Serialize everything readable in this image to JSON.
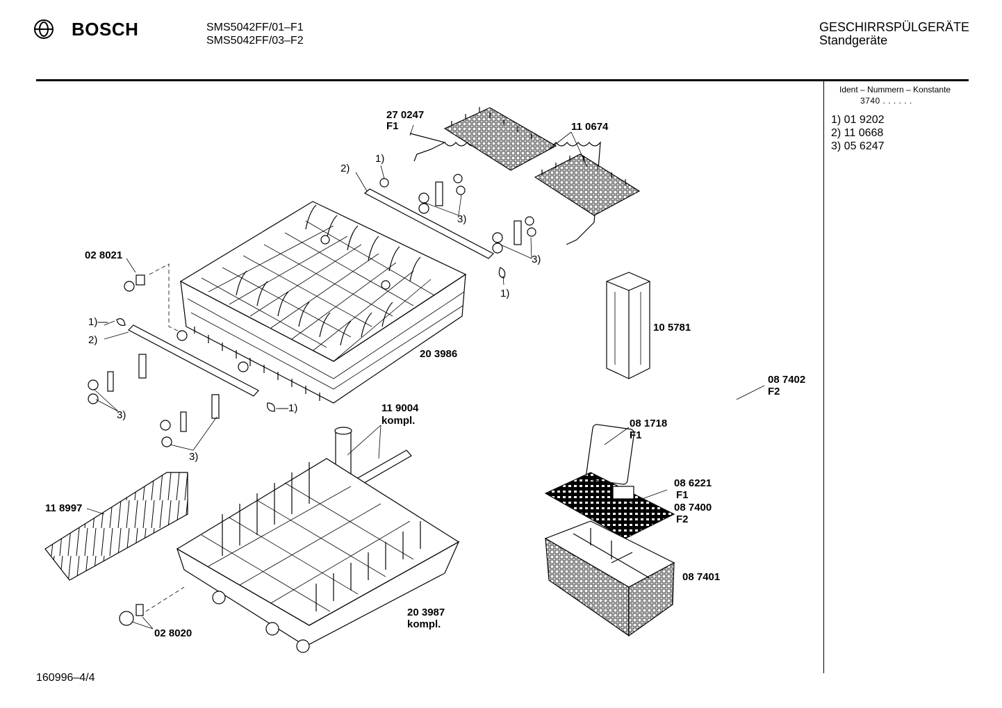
{
  "header": {
    "brand": "BOSCH",
    "model_1": "SMS5042FF/01–F1",
    "model_2": "SMS5042FF/03–F2",
    "category": "GESCHIRRSPÜLGERÄTE",
    "subcategory": "Standgeräte"
  },
  "ident": {
    "heading": "Ident – Nummern – Konstante",
    "value": "3740 . .  . . . .",
    "items": [
      "1)  01 9202",
      "2)  11 0668",
      "3)  05 6247"
    ]
  },
  "footer": {
    "page": "160996–4/4"
  },
  "parts": {
    "p270247": "27 0247",
    "p270247_v": "F1",
    "p110674": "11 0674",
    "p028021": "02 8021",
    "p203986": "20 3986",
    "p105781": "10 5781",
    "p087402": "08 7402",
    "p087402_v": "F2",
    "p119004": "11 9004",
    "p119004_k": "kompl.",
    "p081718": "08 1718",
    "p081718_v": "F1",
    "p118997": "11 8997",
    "p086221": "08 6221",
    "p086221_v": "F1",
    "p087400": "08 7400",
    "p087400_v": "F2",
    "p087401": "08 7401",
    "p203987": "20 3987",
    "p203987_k": "kompl.",
    "p028020": "02 8020"
  },
  "refs": {
    "r1": "1)",
    "r2": "2)",
    "r3": "3)",
    "r1_arrow": "1)—",
    "r1_dash": "—1)"
  },
  "icons": [
    "bosch-logo-icon"
  ]
}
